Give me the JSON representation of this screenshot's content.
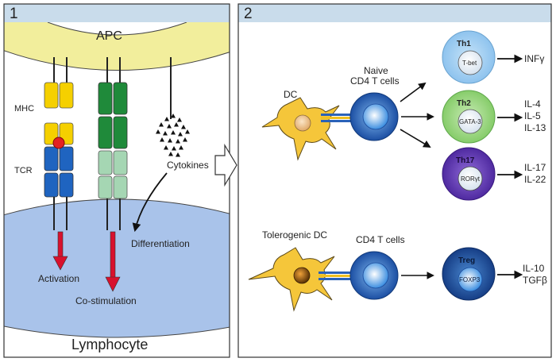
{
  "panel1": {
    "number": "1",
    "apc_label": "APC",
    "lymphocyte_label": "Lymphocyte",
    "mhc_label": "MHC",
    "tcr_label": "TCR",
    "cytokines_label": "Cytokines",
    "activation_label": "Activation",
    "costimulation_label": "Co-stimulation",
    "differentiation_label": "Differentiation"
  },
  "panel2": {
    "number": "2",
    "dc_label": "DC",
    "naive_line1": "Naive",
    "naive_line2": "CD4 T cells",
    "th1": {
      "name": "Th1",
      "factor": "T-bet",
      "outputs": [
        "INFγ"
      ]
    },
    "th2": {
      "name": "Th2",
      "factor": "GATA-3",
      "outputs": [
        "IL-4",
        "IL-5",
        "IL-13"
      ]
    },
    "th17": {
      "name": "Th17",
      "factor": "RORγt",
      "outputs": [
        "IL-17",
        "IL-22"
      ]
    },
    "tolerogenic_label": "Tolerogenic DC",
    "cd4_label": "CD4 T cells",
    "treg": {
      "name": "Treg",
      "factor": "FOXP3",
      "outputs": [
        "IL-10",
        "TGFβ"
      ]
    }
  },
  "colors": {
    "header": "#c9dceb",
    "apc": "#f2ee9c",
    "lymphocyte": "#a9c3ea",
    "mhc": "#f5d000",
    "tcr": "#1f64c0",
    "costim": "#1f8a3a",
    "costim_light": "#a5d6b3",
    "arrow_red": "#d8112d",
    "dc": "#f5c63a",
    "th1": "#a8d2f2",
    "th2": "#a3d98a",
    "th17": "#6b3fc0",
    "treg": "#1f56a6"
  }
}
